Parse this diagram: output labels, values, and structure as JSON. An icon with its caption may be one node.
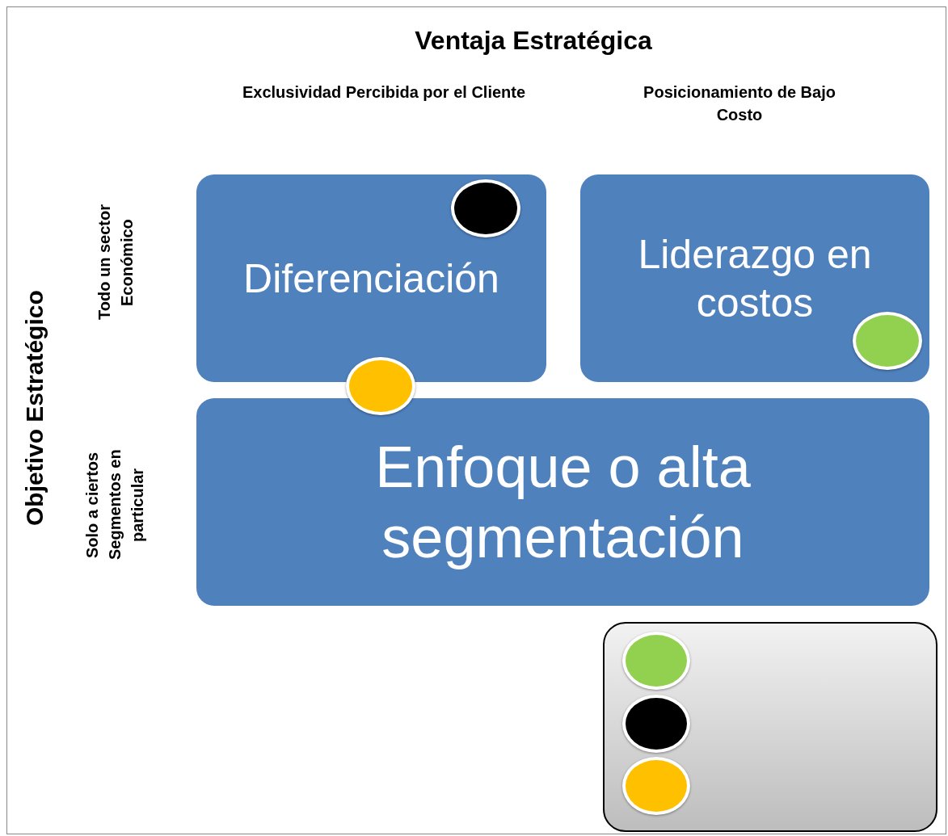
{
  "diagram": {
    "nodes": [
      {
        "text": [
          "Diferenciación"
        ]
      },
      {
        "text": [
          "Liderazgo en costos"
        ]
      },
      {
        "text": [
          "Enfoque o alta segmentación"
        ]
      },
      {
        "text": [],
        "shape": "circle",
        "in": 0
      },
      {
        "text": [],
        "shape": "circle",
        "in": 1
      },
      {
        "text": [],
        "shape": "circle"
      },
      {
        "text": [],
        "shape": "box"
      },
      {
        "text": [],
        "shape": "circle",
        "in": 6
      },
      {
        "text": [],
        "shape": "circle",
        "in": 6
      },
      {
        "text": [],
        "shape": "circle",
        "in": 6
      }
    ],
    "edges": [],
    "labels": [
      "Ventaja Estratégica",
      "Exclusividad Percibida por el Cliente",
      "Posicionamiento de Bajo Costo",
      "Objetivo Estratégico",
      "Todo un sector Económico",
      "Solo a ciertos Segmentos en particular"
    ]
  }
}
